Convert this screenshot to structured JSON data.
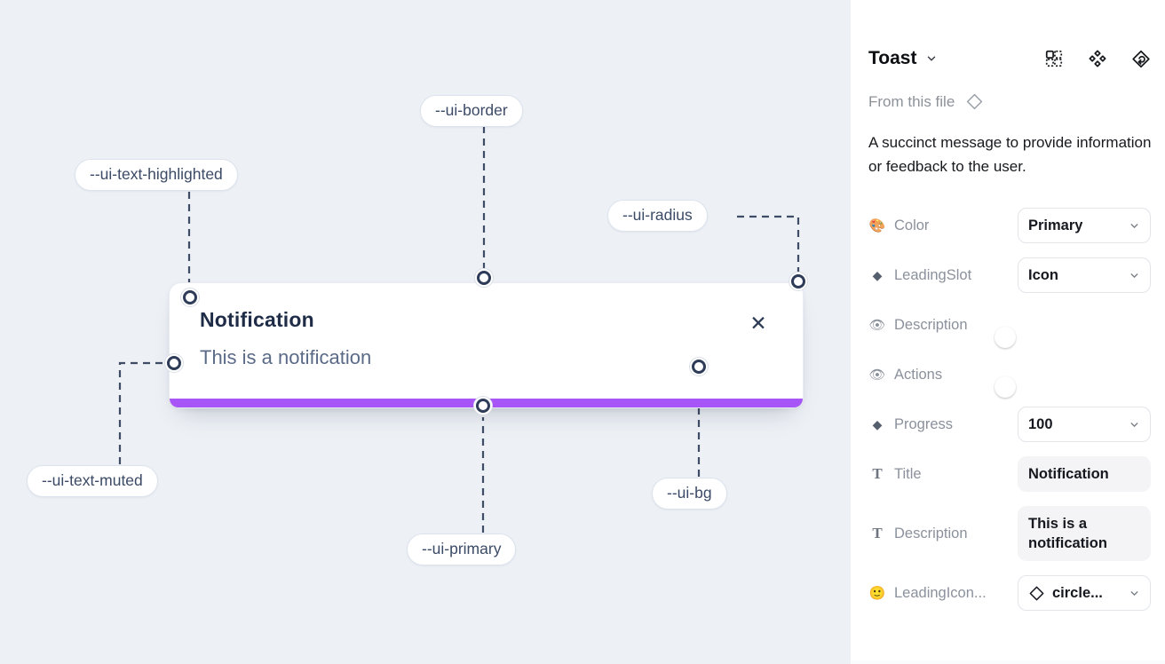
{
  "canvas": {
    "background_color": "#edf1f6",
    "toast": {
      "title": "Notification",
      "description": "This is a notification",
      "close_icon": "✕",
      "progress_color": "#a855f7"
    },
    "annotations": [
      {
        "label": "--ui-border"
      },
      {
        "label": "--ui-text-highlighted"
      },
      {
        "label": "--ui-radius"
      },
      {
        "label": "--ui-text-muted"
      },
      {
        "label": "--ui-primary"
      },
      {
        "label": "--ui-bg"
      }
    ]
  },
  "panel": {
    "title": "Toast",
    "toolbar_icons": [
      "swap-instance-icon",
      "components-icon",
      "storybook-icon"
    ],
    "source_label": "From this file",
    "source_icon": "diamond-outline-icon",
    "description": "A succinct message to provide information or feedback to the user.",
    "toggle_on_color": "#1d9bf6",
    "properties": [
      {
        "icon_name": "palette-emoji",
        "icon_char": "🎨",
        "label": "Color",
        "control": "select",
        "value": "Primary"
      },
      {
        "icon_name": "diamond-icon",
        "icon_char": "◆",
        "label": "LeadingSlot",
        "control": "select",
        "value": "Icon"
      },
      {
        "icon_name": "eye-emoji",
        "icon_char": "👁",
        "label": "Description",
        "control": "toggle",
        "value": "on"
      },
      {
        "icon_name": "eye-emoji",
        "icon_char": "👁",
        "label": "Actions",
        "control": "toggle",
        "value": "on"
      },
      {
        "icon_name": "diamond-icon",
        "icon_char": "◆",
        "label": "Progress",
        "control": "select",
        "value": "100"
      },
      {
        "icon_name": "text-icon",
        "icon_char": "T",
        "label": "Title",
        "control": "field",
        "value": "Notification"
      },
      {
        "icon_name": "text-icon",
        "icon_char": "T",
        "label": "Description",
        "control": "field",
        "value": "This is a notification"
      },
      {
        "icon_name": "smiley-emoji",
        "icon_char": "🙂",
        "label": "LeadingIcon...",
        "control": "select",
        "value": "circle..."
      }
    ]
  }
}
